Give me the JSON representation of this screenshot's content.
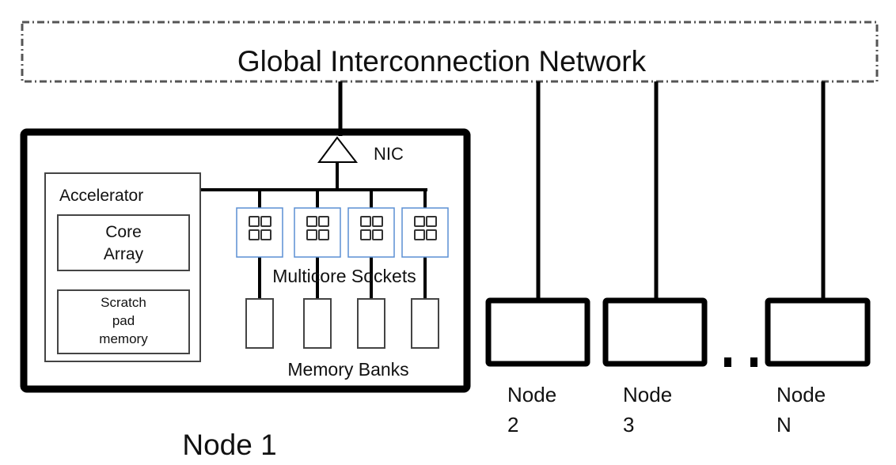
{
  "network": {
    "title": "Global Interconnection Network"
  },
  "node1": {
    "label": "Node 1",
    "nic_label": "NIC",
    "accelerator": {
      "title": "Accelerator",
      "core_array": [
        "Core",
        "Array"
      ],
      "scratchpad": [
        "Scratch",
        "pad",
        "memory"
      ]
    },
    "sockets_label": "Multicore Sockets",
    "socket_count": 4,
    "memory_label": "Memory Banks",
    "memory_bank_count": 4
  },
  "other_nodes": [
    {
      "name": "Node",
      "id": "2"
    },
    {
      "name": "Node",
      "id": "3"
    },
    {
      "name": "Node",
      "id": "N"
    }
  ],
  "ellipsis": ". .",
  "colors": {
    "line": "#000000",
    "socket_border": "#5b8fd4",
    "box_border": "#444444",
    "dash_border": "#555555"
  }
}
